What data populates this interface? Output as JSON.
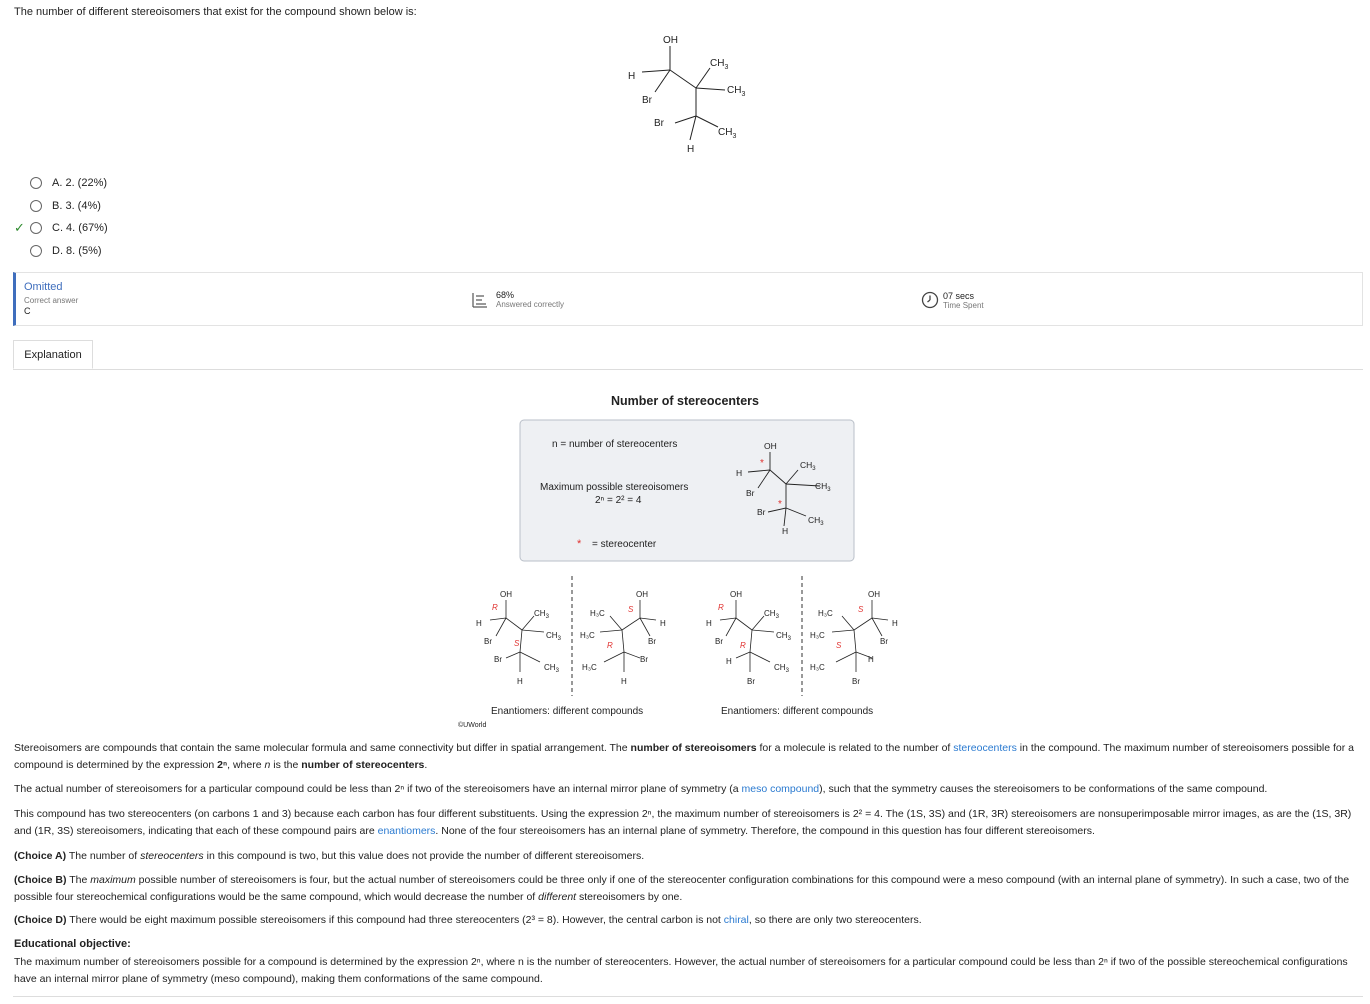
{
  "question": {
    "text": "The number of different stereoisomers that exist for the compound shown below is:"
  },
  "structure_labels": {
    "oh": "OH",
    "h": "H",
    "br": "Br",
    "ch3": "CH",
    "sub3": "3"
  },
  "choices": [
    {
      "text": "A. 2. (22%)",
      "correct": false
    },
    {
      "text": "B. 3. (4%)",
      "correct": false
    },
    {
      "text": "C. 4. (67%)",
      "correct": true
    },
    {
      "text": "D. 8. (5%)",
      "correct": false
    }
  ],
  "stats": {
    "status": "Omitted",
    "correct_answer_label": "Correct answer",
    "correct_answer": "C",
    "percent": "68%",
    "percent_label": "Answered correctly",
    "time": "07 secs",
    "time_label": "Time Spent"
  },
  "explanation_tab": "Explanation",
  "figure": {
    "title": "Number of stereocenters",
    "n_def": "n = number of stereocenters",
    "max_label": "Maximum possible stereoisomers",
    "max_eq": "2ⁿ = 2² = 4",
    "legend": "= stereocenter",
    "enantiomers_1": "Enantiomers: different compounds",
    "enantiomers_2": "Enantiomers: different compounds",
    "copyright": "©UWorld",
    "config_r": "R",
    "config_s": "S",
    "h3c": "H₃C"
  },
  "paragraphs": {
    "p1_a": "Stereoisomers are compounds that contain the same molecular formula and same connectivity but differ in spatial arrangement.  The ",
    "p1_b": "number of stereoisomers",
    "p1_c": " for a molecule is related to the number of ",
    "p1_link": "stereocenters",
    "p1_d": " in the compound.  The maximum number of stereoisomers possible for a compound is determined by the expression ",
    "p1_e": "2ⁿ",
    "p1_f": ", where ",
    "p1_g": "n",
    "p1_h": " is the ",
    "p1_i": "number of stereocenters",
    "p1_j": ".",
    "p2_a": "The actual number of stereoisomers for a particular compound could be less than 2ⁿ if two of the stereoisomers have an internal mirror plane of symmetry (a ",
    "p2_link": "meso compound",
    "p2_b": "), such that the symmetry causes the stereoisomers to be conformations of the same compound.",
    "p3_a": "This compound has two stereocenters (on carbons 1 and 3) because each carbon has four different substituents.  Using the expression 2ⁿ, the maximum number of stereoisomers is 2² = 4.  The (1S, 3S) and (1R, 3R) stereoisomers are nonsuperimposable mirror images, as are the (1S, 3R) and (1R, 3S) stereoisomers, indicating that each of these compound pairs are ",
    "p3_link": "enantiomers",
    "p3_b": ".  None of the four stereoisomers has an internal plane of symmetry.  Therefore, the compound in this question has four different stereoisomers.",
    "pa_label": "(Choice A)",
    "pa_a": "  The number of ",
    "pa_i": "stereocenters",
    "pa_b": " in this compound is two, but this value does not provide the number of different stereoisomers.",
    "pb_label": "(Choice B)",
    "pb_a": "  The ",
    "pb_i": "maximum",
    "pb_b": " possible number of stereoisomers is four, but the actual number of stereoisomers could be three only if one of the stereocenter configuration combinations for this compound were a meso compound (with an internal plane of symmetry).  In such a case, two of the possible four stereochemical configurations would be the same compound, which would decrease the number of ",
    "pb_i2": "different",
    "pb_c": " stereoisomers by one.",
    "pd_label": "(Choice D)",
    "pd_a": "  There would be eight maximum possible stereoisomers if this compound had three stereocenters (2³ = 8).  However, the central carbon is not ",
    "pd_link": "chiral",
    "pd_b": ", so there are only two stereocenters.",
    "edu_title": "Educational objective:",
    "edu_text": "The maximum number of stereoisomers possible for a compound is determined by the expression 2ⁿ, where n is the number of stereocenters.  However, the actual number of stereoisomers for a particular compound could be less than 2ⁿ if two of the possible stereochemical configurations have an internal mirror plane of symmetry (meso compound), making them conformations of the same compound."
  }
}
